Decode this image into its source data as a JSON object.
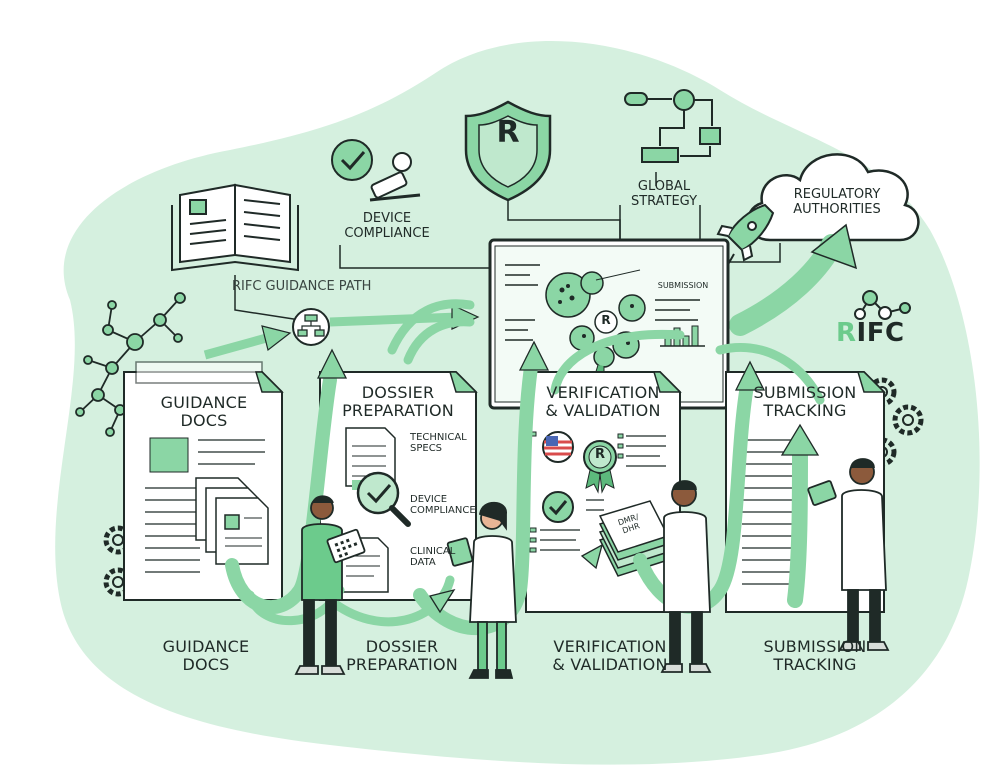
{
  "labels": {
    "guidance_path": "RIFC GUIDANCE PATH",
    "device_compliance_top": "DEVICE\nCOMPLIANCE",
    "global_strategy": "GLOBAL\nSTRATEGY",
    "regulatory_authorities": "REGULATORY\nAUTHORITIES",
    "submission_panel": "SUBMISSION",
    "shield_letter": "R",
    "badge_letter": "R",
    "panel_badge_letter": "R",
    "records_stack": "DMR/\nDHR"
  },
  "brand": {
    "first_letter": "R",
    "rest": "IFC",
    "accent_color": "#6ccb8c"
  },
  "stages": [
    {
      "doc_title": "GUIDANCE\nDOCS",
      "bottom_label": "GUIDANCE\nDOCS"
    },
    {
      "doc_title": "DOSSIER\nPREPARATION",
      "bottom_label": "DOSSIER\nPREPARATION",
      "items": [
        "TECHNICAL\nSPECS",
        "DEVICE\nCOMPLIANCE",
        "CLINICAL\nDATA"
      ]
    },
    {
      "doc_title": "VERIFICATION\n& VALIDATION",
      "bottom_label": "VERIFICATION\n& VALIDATION"
    },
    {
      "doc_title": "SUBMISSION\nTRACKING",
      "bottom_label": "SUBMISSION\nTRACKING"
    }
  ],
  "colors": {
    "green_light": "#d5f0df",
    "green_mid": "#8bd6a5",
    "green_dark": "#5cb97c",
    "ink": "#1f2a27"
  }
}
